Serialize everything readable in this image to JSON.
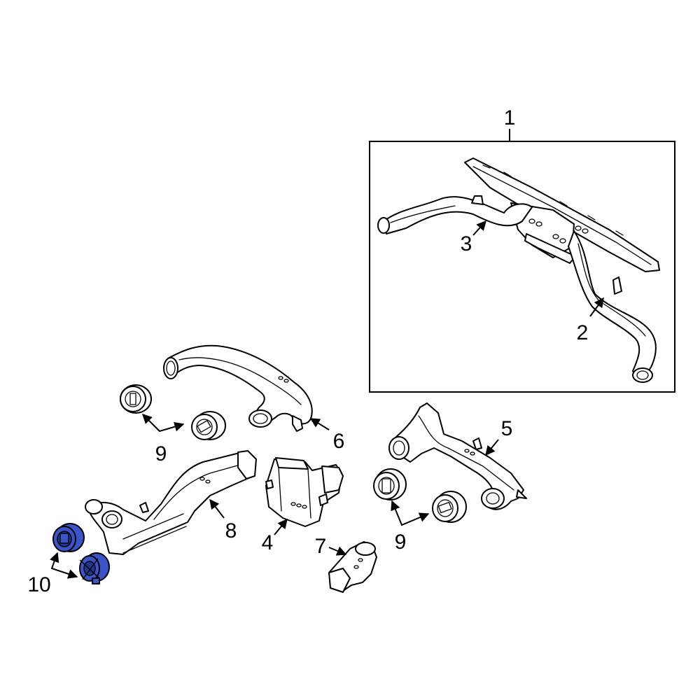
{
  "callouts": {
    "c1": "1",
    "c2": "2",
    "c3": "3",
    "c4": "4",
    "c5": "5",
    "c6": "6",
    "c7": "7",
    "c8": "8",
    "c9_left": "9",
    "c9_right": "9",
    "c10": "10"
  },
  "colors": {
    "highlight": "#3b55c8",
    "highlight_dark": "#22378f",
    "line": "#000000",
    "background": "#ffffff"
  }
}
